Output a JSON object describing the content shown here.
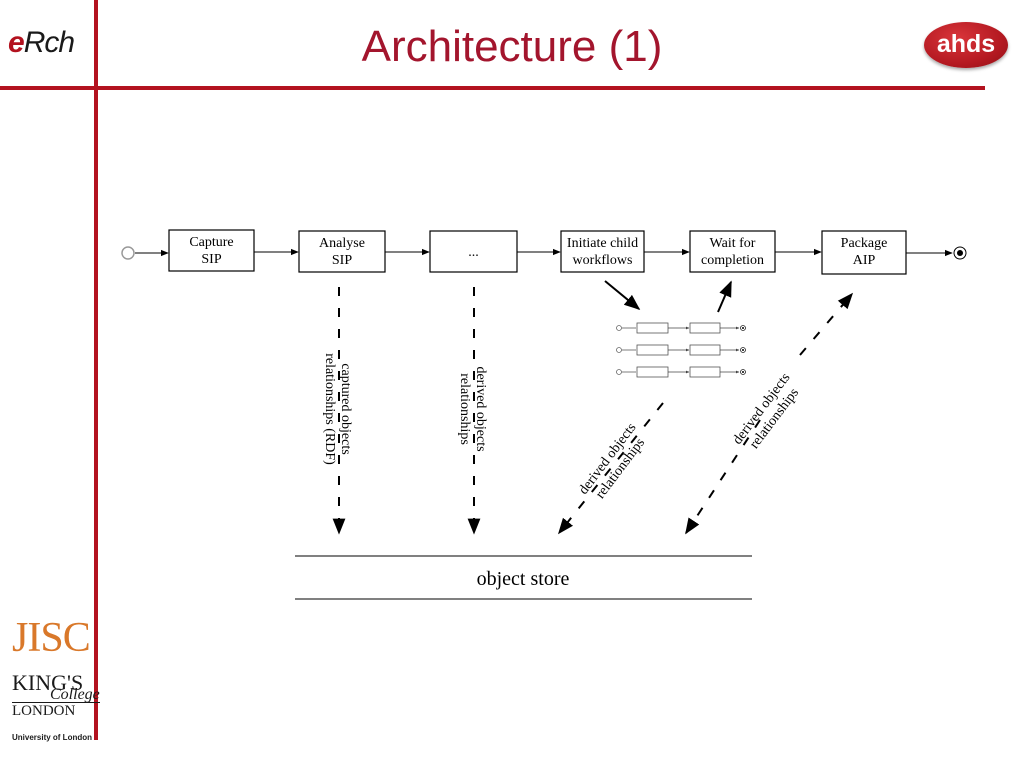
{
  "slide": {
    "title": "Architecture (1)"
  },
  "logos": {
    "erch": "eRch",
    "ahds": "ahds",
    "jisc": "JISC",
    "kings_line1": "KING'S",
    "kings_line2": "College",
    "kings_line3": "LONDON",
    "university": "University of London"
  },
  "colors": {
    "accent": "#b3121f",
    "title": "#a3152d",
    "jisc": "#d9782a"
  },
  "diagram": {
    "steps": [
      {
        "lines": [
          "Capture",
          "SIP"
        ]
      },
      {
        "lines": [
          "Analyse",
          "SIP"
        ]
      },
      {
        "lines": [
          "..."
        ]
      },
      {
        "lines": [
          "Initiate child",
          "workflows"
        ]
      },
      {
        "lines": [
          "Wait for",
          "completion"
        ]
      },
      {
        "lines": [
          "Package",
          "AIP"
        ]
      }
    ],
    "labels": {
      "captured": [
        "captured objects",
        "relationships (RDF)"
      ],
      "derived_mid": [
        "derived objects",
        "relationships"
      ],
      "derived_child": [
        "derived objects",
        "relationships"
      ],
      "derived_package": [
        "derived objects",
        "relationships"
      ]
    },
    "store": "object store"
  }
}
